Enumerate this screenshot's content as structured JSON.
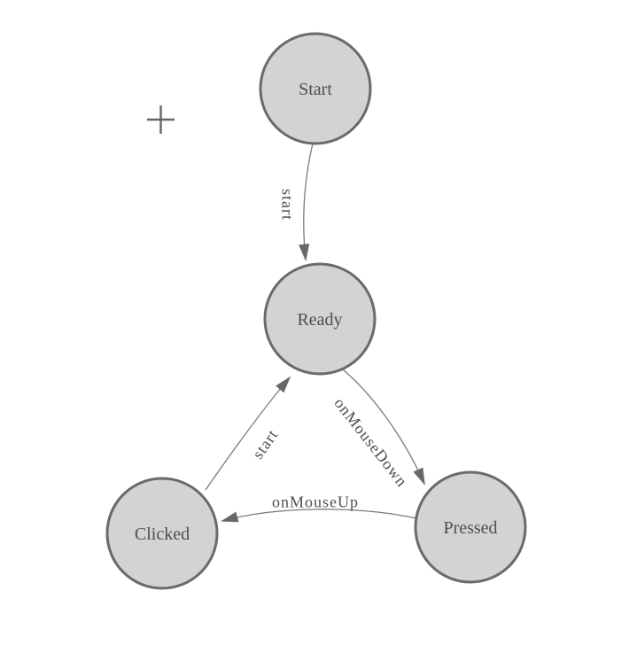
{
  "diagram": {
    "kind": "state-machine-diagram",
    "colors": {
      "background": "#ffffff",
      "node_fill": "#d3d3d3",
      "node_border": "#6a6a6a",
      "edge_line": "#7a7a7a",
      "arrow": "#686868",
      "text": "#4d4d55",
      "crosshair": "#666666"
    },
    "nodes": [
      {
        "id": "start",
        "label": "Start"
      },
      {
        "id": "ready",
        "label": "Ready"
      },
      {
        "id": "clicked",
        "label": "Clicked"
      },
      {
        "id": "pressed",
        "label": "Pressed"
      }
    ],
    "edges": [
      {
        "from": "Start",
        "to": "Ready",
        "label": "start"
      },
      {
        "from": "Ready",
        "to": "Pressed",
        "label": "onMouseDown"
      },
      {
        "from": "Pressed",
        "to": "Clicked",
        "label": "onMouseUp"
      },
      {
        "from": "Clicked",
        "to": "Ready",
        "label": "start"
      }
    ]
  }
}
